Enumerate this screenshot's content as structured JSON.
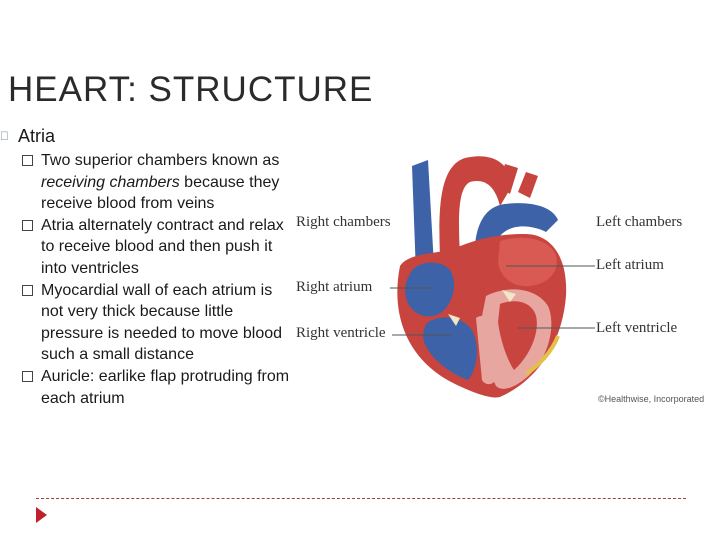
{
  "slide": {
    "title": "HEART: STRUCTURE",
    "main_bullet": "Atria",
    "sub_bullets": [
      {
        "before": "Two superior chambers known as ",
        "emphasis": "receiving chambers",
        "after": " because they receive blood from veins"
      },
      {
        "text": "Atria alternately contract and relax to receive blood and then push it into ventricles"
      },
      {
        "text": "Myocardial wall of each atrium is not very thick because little pressure is needed to move blood such a small distance"
      },
      {
        "text": "Auricle: earlike flap protruding from each atrium"
      }
    ]
  },
  "figure": {
    "labels": {
      "right_chambers": "Right chambers",
      "right_atrium": "Right atrium",
      "right_ventricle": "Right ventricle",
      "left_chambers": "Left chambers",
      "left_atrium": "Left atrium",
      "left_ventricle": "Left ventricle"
    },
    "copyright": "©Healthwise, Incorporated",
    "colors": {
      "oxygenated": "#c8453f",
      "deoxygenated": "#3d62a8",
      "muscle": "#e8a6a0"
    }
  },
  "icons": {
    "bullet": "square-bullet-icon",
    "sub_bullet": "checkbox-bullet-icon",
    "nav": "play-triangle-icon"
  }
}
